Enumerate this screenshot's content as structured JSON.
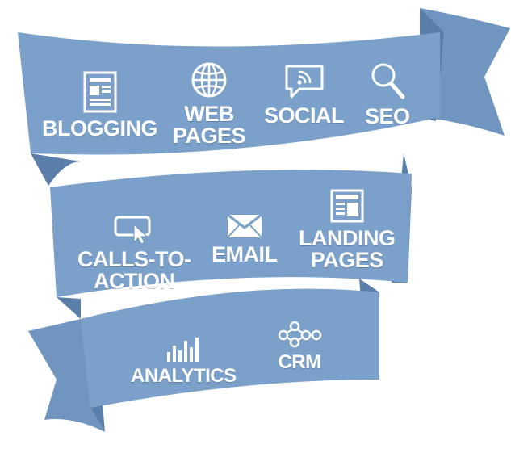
{
  "colors": {
    "ribbon_face": "#7aa0c9",
    "ribbon_fold": "#5f84b0",
    "ribbon_shadow": "#6a90bb",
    "text": "#ffffff"
  },
  "bands": [
    {
      "items": [
        {
          "label_lines": [
            "BLOGGING"
          ],
          "icon": "blog-page-icon"
        },
        {
          "label_lines": [
            "WEB",
            "PAGES"
          ],
          "icon": "globe-icon"
        },
        {
          "label_lines": [
            "SOCIAL"
          ],
          "icon": "speech-bubble-rss-icon"
        },
        {
          "label_lines": [
            "SEO"
          ],
          "icon": "magnifier-icon"
        }
      ]
    },
    {
      "items": [
        {
          "label_lines": [
            "CALLS-TO-",
            "ACTION"
          ],
          "icon": "cursor-click-icon"
        },
        {
          "label_lines": [
            "EMAIL"
          ],
          "icon": "envelope-icon"
        },
        {
          "label_lines": [
            "LANDING",
            "PAGES"
          ],
          "icon": "landing-page-icon"
        }
      ]
    },
    {
      "items": [
        {
          "label_lines": [
            "ANALYTICS"
          ],
          "icon": "bar-chart-icon"
        },
        {
          "label_lines": [
            "CRM"
          ],
          "icon": "network-nodes-icon"
        }
      ]
    }
  ]
}
